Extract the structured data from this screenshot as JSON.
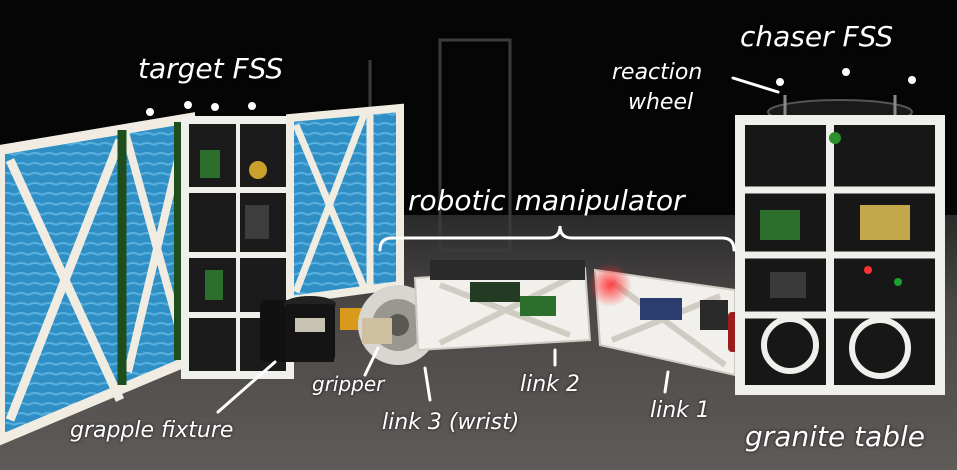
{
  "labels": {
    "target_fss": "target FSS",
    "chaser_fss": "chaser FSS",
    "reaction_wheel_1": "reaction",
    "reaction_wheel_2": "wheel",
    "robotic_manipulator": "robotic manipulator",
    "gripper": "gripper",
    "grapple_fixture": "grapple fixture",
    "link_3": "link 3 (wrist)",
    "link_2": "link 2",
    "link_1": "link 1",
    "granite_table": "granite table"
  },
  "colors": {
    "background": "#000000",
    "floor": "#5a5654",
    "frame_white": "#efefec",
    "filter_blue": "#2f8fc4",
    "label_text": "#ffffff"
  }
}
